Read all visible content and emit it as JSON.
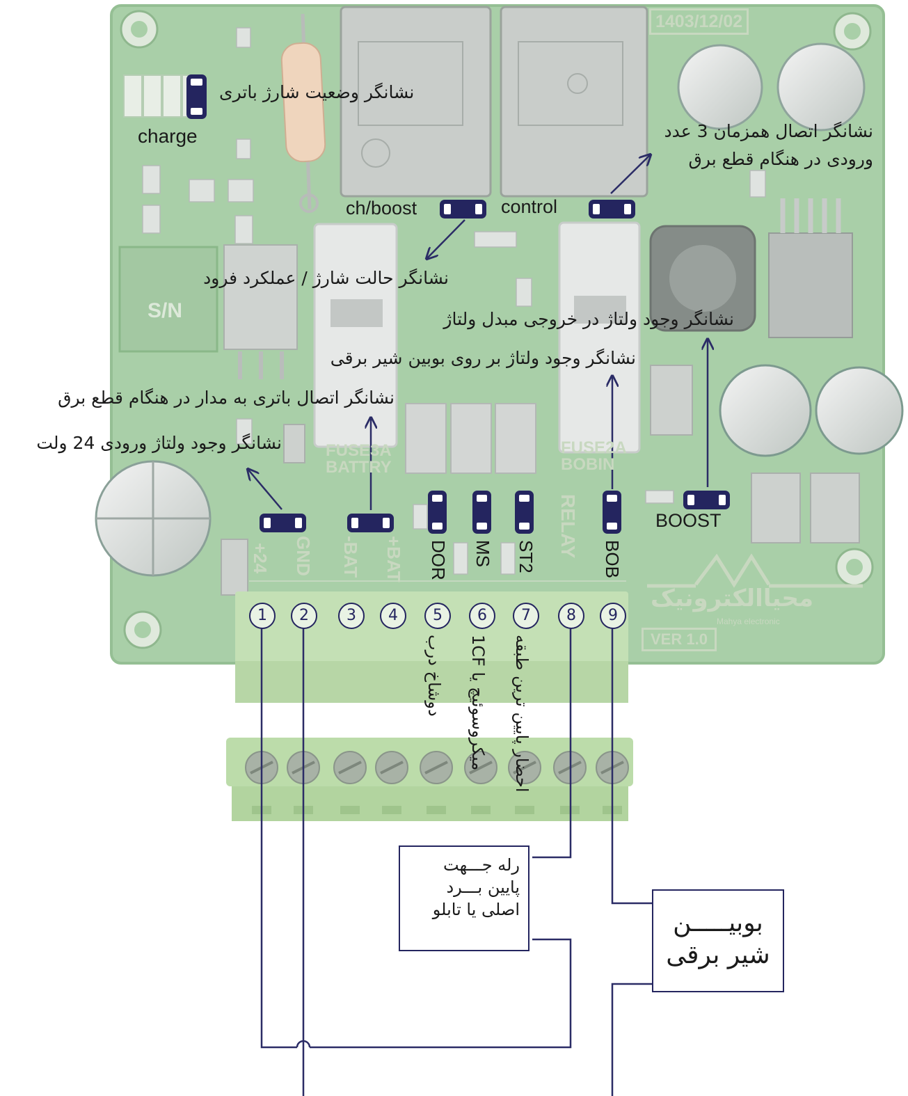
{
  "board": {
    "date_stamp": "1403/12/02",
    "version": "VER 1.0",
    "brand_fa": "محیاالکترونیک",
    "brand_en": "Mahya electronic",
    "silk": {
      "sn": "S/N",
      "fuse_battery": "FUSE3A BATTRY",
      "fuse_bobin": "FUSE2A BOBIN",
      "relay": "RELAY"
    },
    "terminals_silk": [
      "+24",
      "GND",
      "-BAT",
      "+BAT",
      "DOR",
      "MS",
      "ST2",
      "RELAY",
      "BOB"
    ]
  },
  "leds": {
    "charge": "charge",
    "ch_boost": "ch/boost",
    "control": "control",
    "dor": "DOR",
    "ms": "MS",
    "st2": "ST2",
    "bob": "BOB",
    "boost": "BOOST"
  },
  "annotations": {
    "battery_charge": "نشانگر وضعیت شارژ باتری",
    "three_inputs_line1": "نشانگر اتصال همزمان 3 عدد",
    "three_inputs_line2": "ورودی در هنگام قطع برق",
    "charge_mode": "نشانگر حالت شارژ / عملکرد فرود",
    "converter_output": "نشانگر وجود ولتاژ در خروجی مبدل ولتاژ",
    "coil_voltage": "نشانگر وجود ولتاژ بر روی بوبین شیر برقی",
    "battery_connect": "نشانگر اتصال باتری به مدار در هنگام قطع برق",
    "input_24v": "نشانگر وجود ولتاژ ورودی 24 ولت"
  },
  "terminals": [
    "1",
    "2",
    "3",
    "4",
    "5",
    "6",
    "7",
    "8",
    "9"
  ],
  "terminal_notes": {
    "t5": "دوشاخ درب",
    "t6": "میکروسوئیچ یا 1CF",
    "t7": "احضار پایین ترین طبقه"
  },
  "boxes": {
    "relay_line1": "رله جـــهت",
    "relay_line2": "پایین بـــرد",
    "relay_line3": "اصلی یا تابلو",
    "coil_line1": "بوبیـــــن",
    "coil_line2": "شیر برقی"
  },
  "colors": {
    "board": "#a9cfa8",
    "indicator": "#24255f",
    "wire": "#2b2c66",
    "terminal_block": "#c3dfb2"
  }
}
